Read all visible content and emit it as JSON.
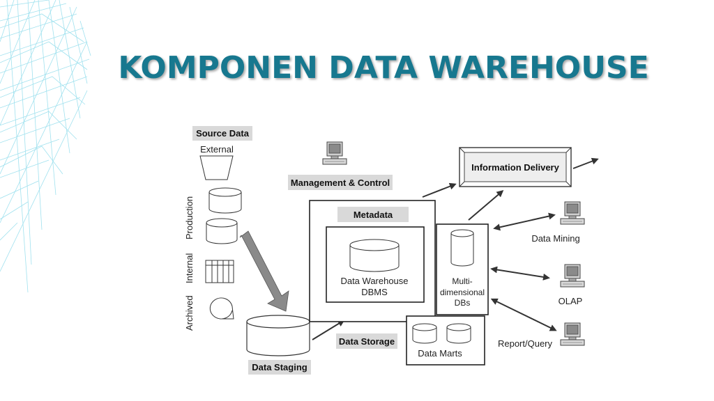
{
  "title": "KOMPONEN DATA WAREHOUSE",
  "labels": {
    "source_data": "Source Data",
    "external": "External",
    "production": "Production",
    "internal": "Internal",
    "archived": "Archived",
    "data_staging": "Data Staging",
    "management_control": "Management & Control",
    "metadata": "Metadata",
    "dw_dbms_line1": "Data Warehouse",
    "dw_dbms_line2": "DBMS",
    "data_storage": "Data Storage",
    "multidim_line1": "Multi-",
    "multidim_line2": "dimensional",
    "multidim_line3": "DBs",
    "data_marts": "Data Marts",
    "information_delivery": "Information Delivery",
    "data_mining": "Data Mining",
    "olap": "OLAP",
    "report_query": "Report/Query"
  },
  "colors": {
    "title": "#17788f",
    "label_box": "#d9d9d9",
    "arrow": "#333333",
    "big_arrow": "#8a8a8a",
    "deco_lines": "#8fdcec"
  },
  "icons": [
    "computer-icon"
  ]
}
